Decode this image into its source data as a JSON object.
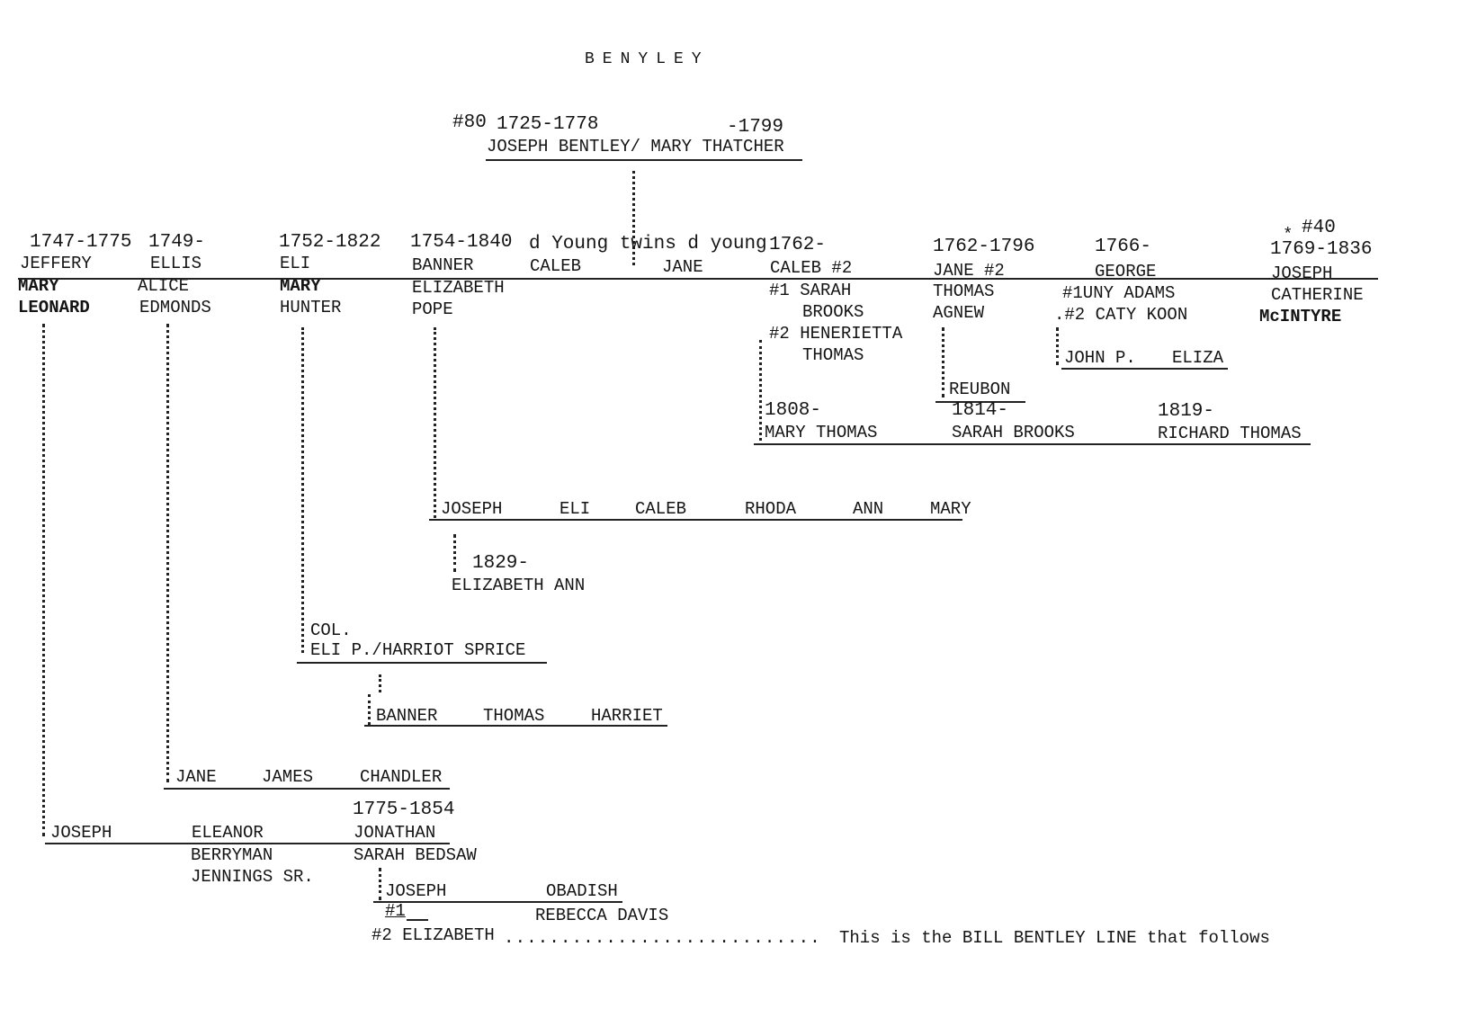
{
  "title": "BENYLEY",
  "root": {
    "number": "#80",
    "dates": "1725-1778",
    "spouse_dates": "-1799",
    "couple": "JOSEPH BENTLEY/ MARY THATCHER"
  },
  "children": [
    {
      "dates": "1747-1775",
      "name": "JEFFERY",
      "spouse1": "MARY",
      "spouse2": "LEONARD"
    },
    {
      "dates": "1749-",
      "name": "ELLIS",
      "spouse1": "ALICE",
      "spouse2": "EDMONDS"
    },
    {
      "dates": "1752-1822",
      "name": "ELI",
      "spouse1": "MARY",
      "spouse2": "HUNTER"
    },
    {
      "dates": "1754-1840",
      "name": "BANNER",
      "spouse1": "ELIZABETH",
      "spouse2": "POPE"
    },
    {
      "note": "d Young twins d young",
      "name": "CALEB",
      "name2": "JANE"
    },
    {
      "dates": "1762-",
      "name": "CALEB #2",
      "spouse1": "#1 SARAH",
      "spouse2": "BROOKS",
      "spouse3": "#2 HENERIETTA",
      "spouse4": "THOMAS"
    },
    {
      "dates": "1762-1796",
      "name": "JANE #2",
      "spouse1": "THOMAS",
      "spouse2": "AGNEW"
    },
    {
      "dates": "1766-",
      "name": "GEORGE",
      "spouse1": "#1UNY ADAMS",
      "spouse2": ".#2 CATY KOON"
    },
    {
      "number": "#40",
      "star": "*",
      "dates": "1769-1836",
      "name": "JOSEPH",
      "spouse1": "CATHERINE",
      "spouse2": "McINTYRE"
    }
  ],
  "george_children": [
    "JOHN P.",
    "ELIZA"
  ],
  "jane2_child": "REUBON",
  "caleb2_children": [
    {
      "dates": "1808-",
      "name": "MARY THOMAS"
    },
    {
      "dates": "1814-",
      "name": "SARAH BROOKS"
    },
    {
      "dates": "1819-",
      "name": "RICHARD THOMAS"
    }
  ],
  "banner_children": [
    "JOSEPH",
    "ELI",
    "CALEB",
    "RHODA",
    "ANN",
    "MARY"
  ],
  "banner_grandchild": {
    "dates": "1829-",
    "name": "ELIZABETH ANN"
  },
  "eli_child": {
    "title": "COL.",
    "couple": "ELI P./HARRIOT SPRICE"
  },
  "eli_grandchildren": [
    "BANNER",
    "THOMAS",
    "HARRIET"
  ],
  "ellis_children": [
    "JANE",
    "JAMES",
    "CHANDLER"
  ],
  "jeffery_children": {
    "joseph": "JOSEPH",
    "eleanor": "ELEANOR",
    "eleanor_spouse1": "BERRYMAN",
    "eleanor_spouse2": "JENNINGS SR.",
    "jonathan_dates": "1775-1854",
    "jonathan": "JONATHAN",
    "jonathan_spouse": "SARAH BEDSAW"
  },
  "jonathan_children": {
    "joseph": "JOSEPH",
    "obadish": "OBADISH",
    "wife1": "#1",
    "obadish_spouse": "REBECCA DAVIS",
    "wife2": "#2 ELIZABETH",
    "leader": "............................",
    "note": "This is the BILL BENTLEY LINE that follows"
  }
}
